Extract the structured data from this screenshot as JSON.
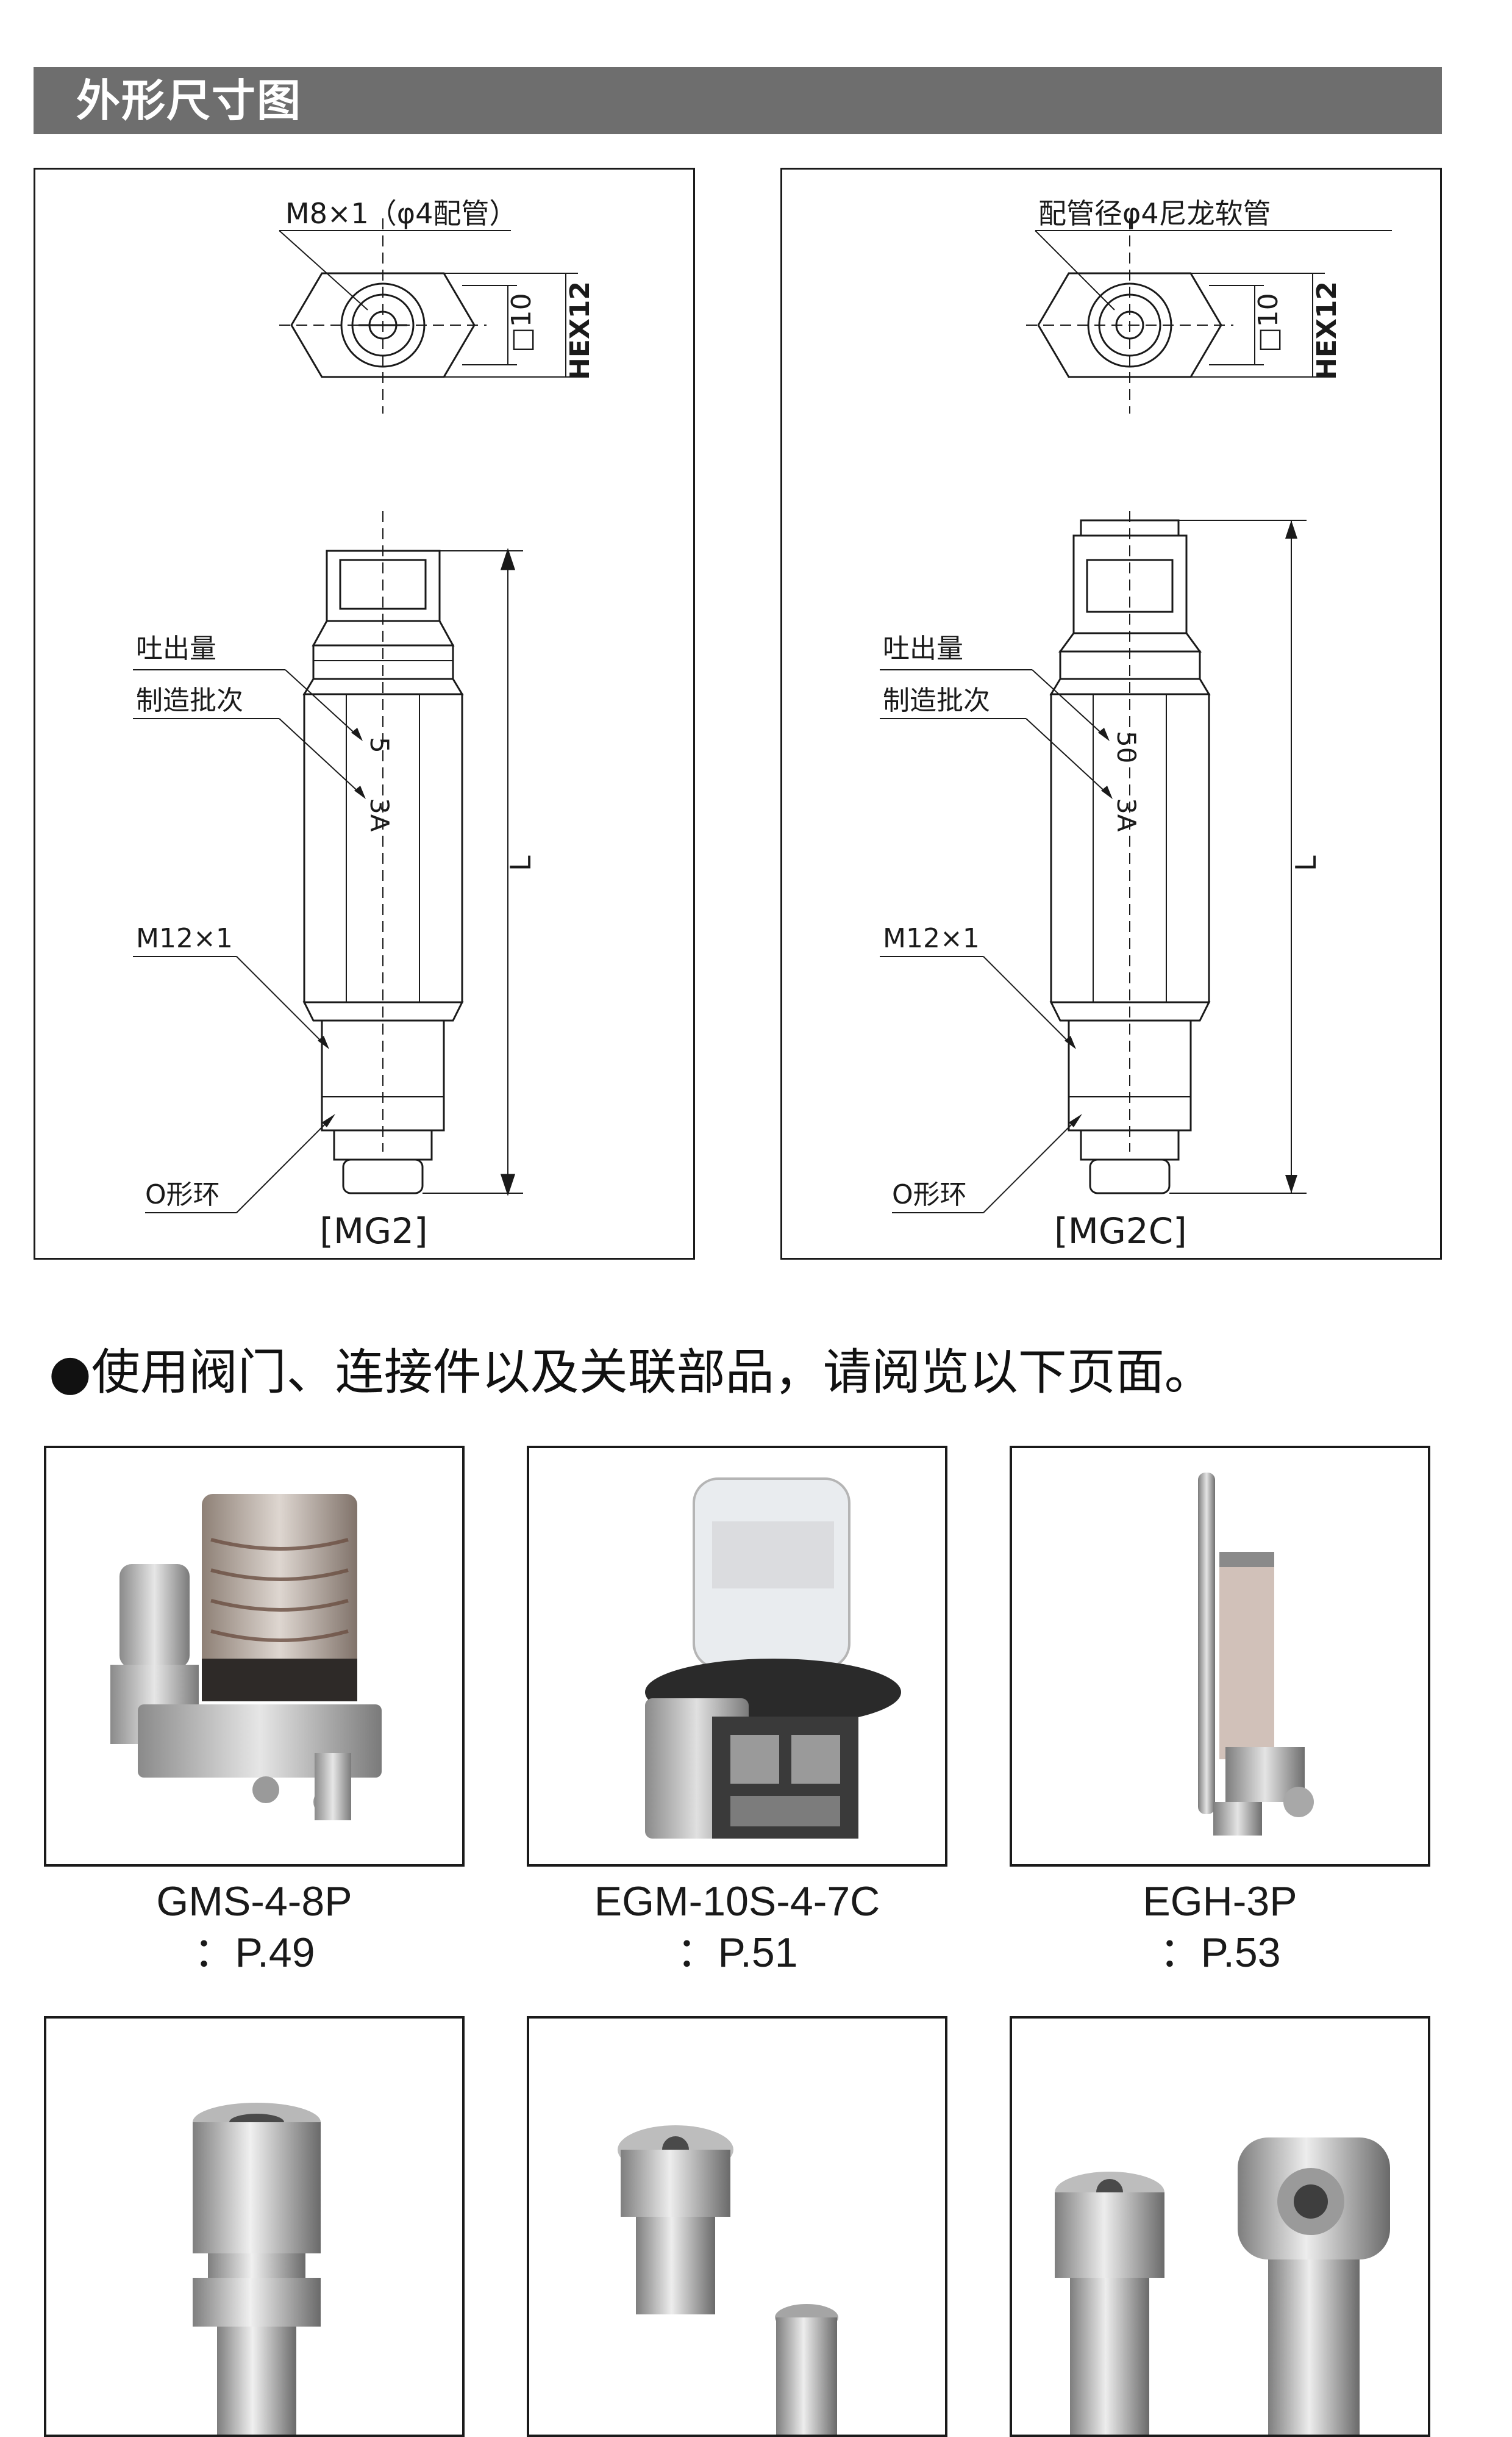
{
  "header": {
    "title": "外形尺寸图"
  },
  "diagrams": [
    {
      "caption": "[MG2]",
      "top_callout": "M8×1（φ4配管）",
      "square_dim": "□10",
      "hex_dim": "HEX12",
      "label_discharge": "吐出量",
      "label_batch": "制造批次",
      "label_thread": "M12×1",
      "label_oring": "O形环",
      "length_dim": "L",
      "body_mark_1": "5",
      "body_mark_2": "3A"
    },
    {
      "caption": "[MG2C]",
      "top_callout": "配管径φ4尼龙软管",
      "square_dim": "□10",
      "hex_dim": "HEX12",
      "label_discharge": "吐出量",
      "label_batch": "制造批次",
      "label_thread": "M12×1",
      "label_oring": "O形环",
      "length_dim": "L",
      "body_mark_1": "50",
      "body_mark_2": "3A"
    }
  ],
  "note": {
    "bullet": "●",
    "text": "使用阀门、连接件以及关联部品，请阅览以下页面。"
  },
  "products": [
    {
      "model": "GMS-4-8P",
      "page": "：P.49",
      "icon": "lubricator-pump-photo"
    },
    {
      "model": "EGM-10S-4-7C",
      "page": "：P.51",
      "icon": "electric-pump-photo"
    },
    {
      "model": "EGH-3P",
      "page": "：P.53",
      "icon": "hand-pump-photo"
    },
    {
      "model": "",
      "page": "",
      "icon": "compression-fitting-photo"
    },
    {
      "model": "",
      "page": "",
      "icon": "adapter-sleeve-photo"
    },
    {
      "model": "",
      "page": "",
      "icon": "elbow-fitting-photo"
    }
  ],
  "colors": {
    "header_bg": "#6e6e6e",
    "line": "#1a1a1a",
    "metal": "#b9b9b9"
  }
}
